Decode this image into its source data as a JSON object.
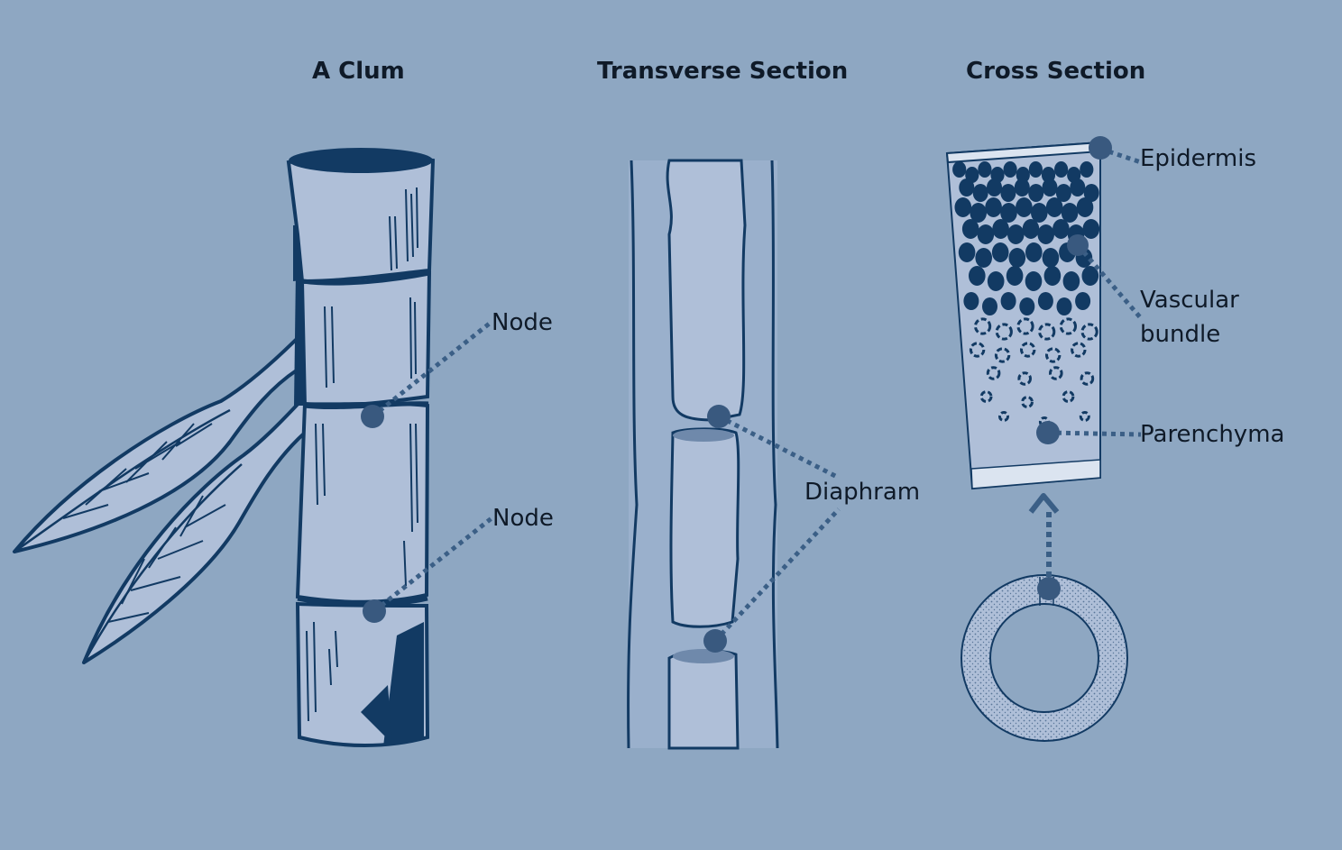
{
  "panels": {
    "clum": {
      "title": "A Clum",
      "labels": {
        "node_upper": "Node",
        "node_lower": "Node"
      }
    },
    "transverse": {
      "title": "Transverse Section",
      "labels": {
        "diaphram": "Diaphram"
      }
    },
    "cross": {
      "title": "Cross Section",
      "labels": {
        "epidermis": "Epidermis",
        "vascular_line1": "Vascular",
        "vascular_line2": "bundle",
        "parenchyma": "Parenchyma"
      }
    }
  },
  "colors": {
    "background": "#8ea7c2",
    "ink": "#123a63",
    "fill_light": "#afbfd8",
    "leader": "#3b5f86",
    "marker": "#39597f"
  }
}
